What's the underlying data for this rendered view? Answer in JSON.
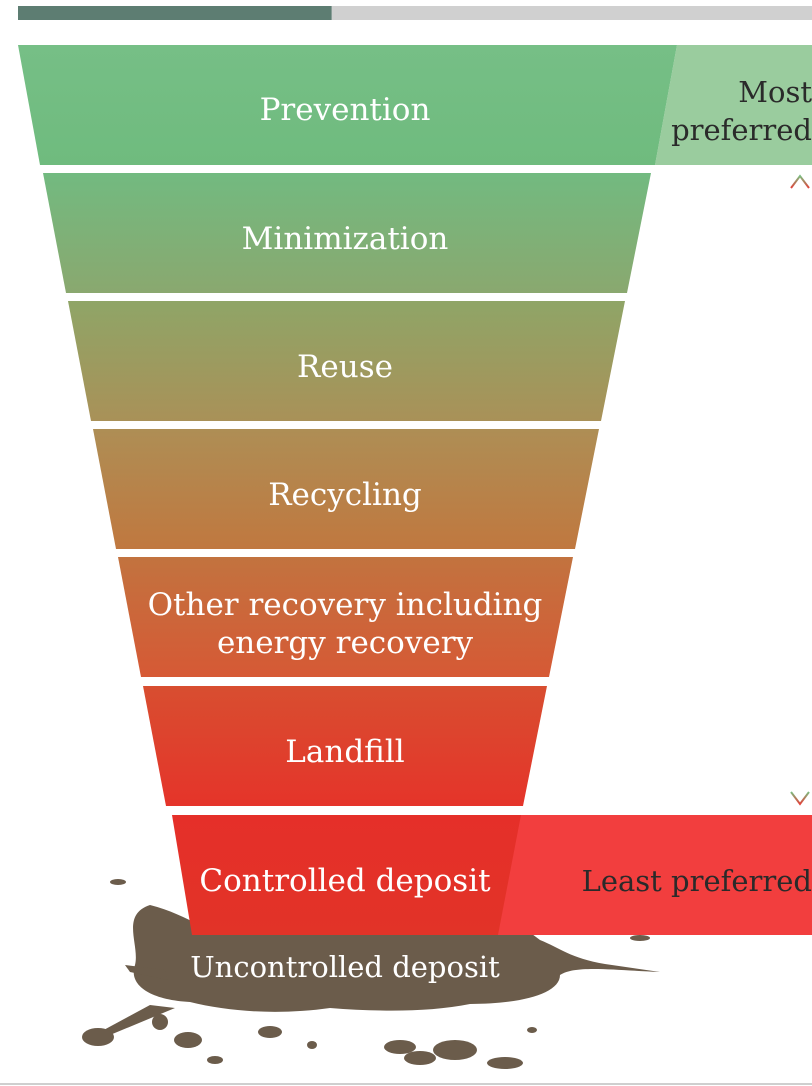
{
  "levels": [
    {
      "label": "Prevention",
      "top": "#76bf86",
      "bottom": "#6fbb7e"
    },
    {
      "label": "Minimization",
      "top": "#72ba80",
      "bottom": "#8aa86f"
    },
    {
      "label": "Reuse",
      "top": "#8fa567",
      "bottom": "#a99158"
    },
    {
      "label": "Recycling",
      "top": "#ae8e55",
      "bottom": "#c0783f"
    },
    {
      "label": "Other recovery including",
      "label2": "energy recovery",
      "top": "#c2733f",
      "bottom": "#d65935"
    },
    {
      "label": "Landfill",
      "top": "#d84e30",
      "bottom": "#e5342a"
    },
    {
      "label": "Controlled deposit",
      "top": "#e52f29",
      "bottom": "#e23328"
    }
  ],
  "most_preferred": {
    "line1": "Most",
    "line2": "preferred",
    "color": "#9acc9e"
  },
  "least_preferred": {
    "label": "Least preferred",
    "color": "#f23e3e"
  },
  "uncontrolled": {
    "label": "Uncontrolled deposit",
    "color": "#6b5c4b"
  },
  "arrow_colors": {
    "top": "#7bbd80",
    "bottom": "#e3423a"
  },
  "progress": {
    "fraction": 0.395,
    "fill": "#5d7d72",
    "track": "#d0d0d0"
  }
}
